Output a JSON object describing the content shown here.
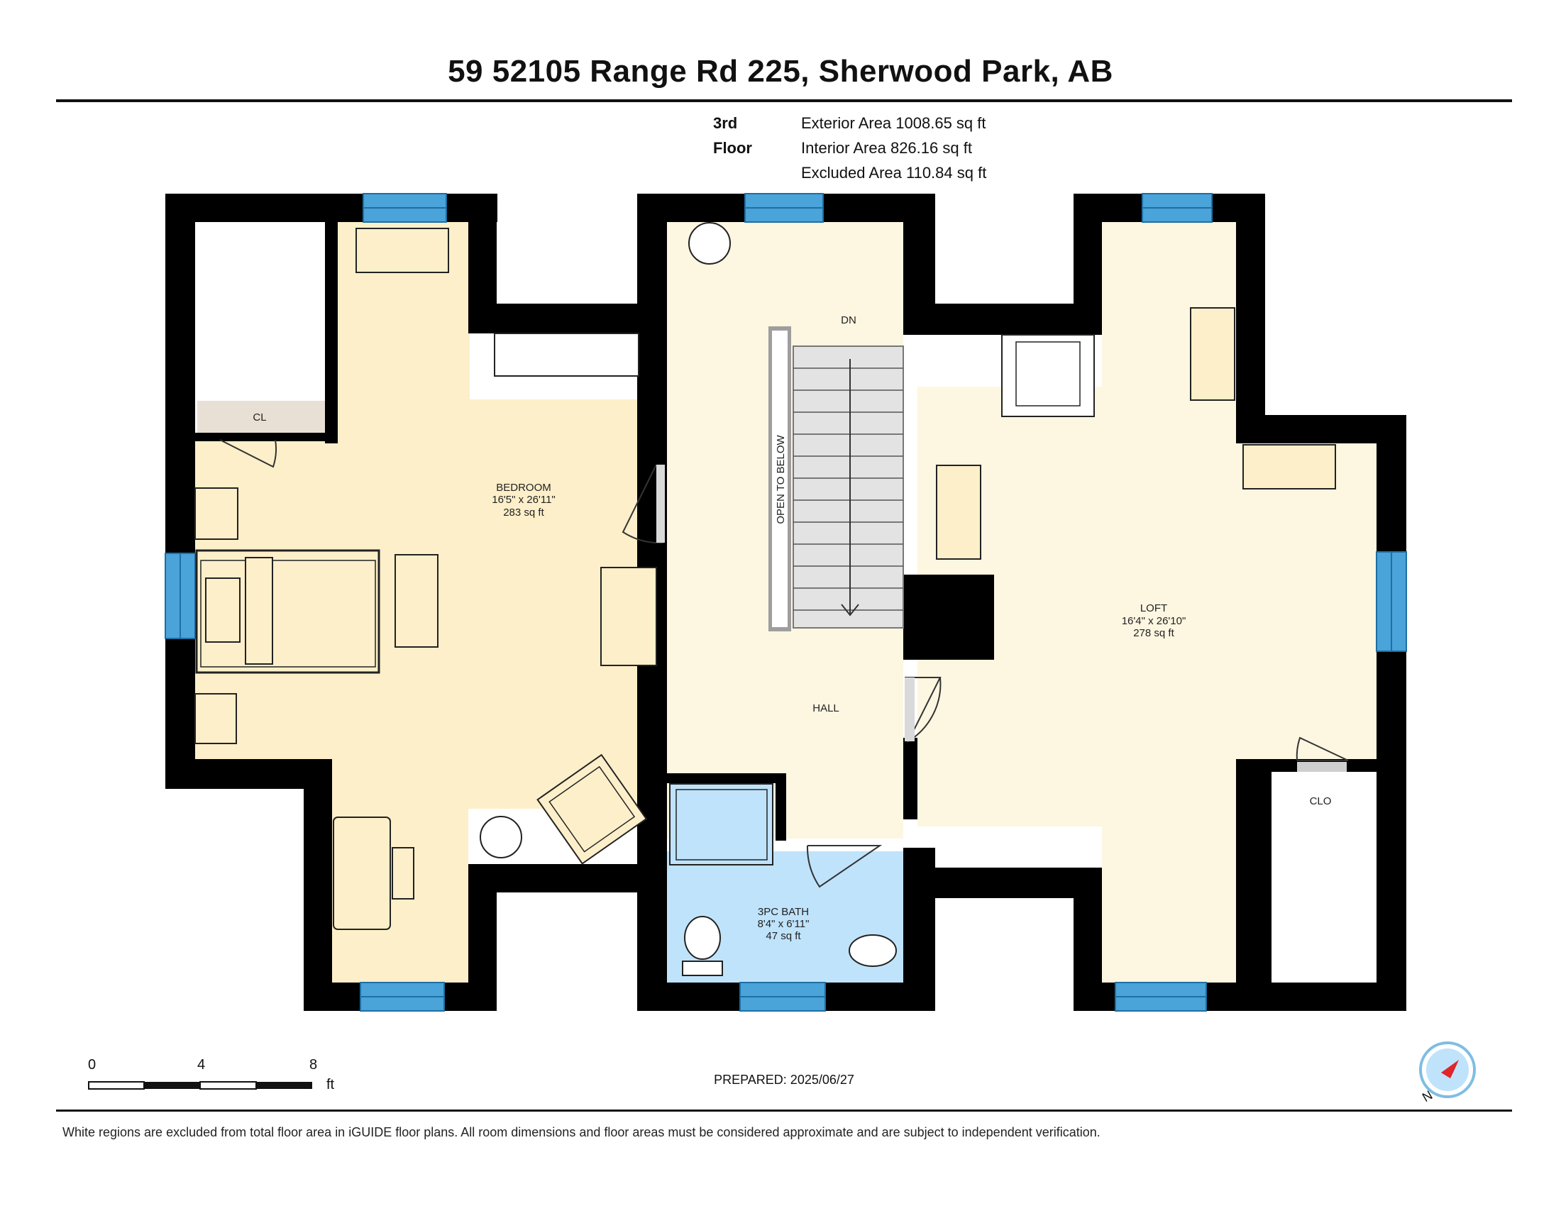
{
  "header": {
    "title": "59 52105 Range Rd 225, Sherwood Park, AB"
  },
  "floor_summary": {
    "floor_label": "3rd Floor",
    "exterior_area": "Exterior Area 1008.65 sq ft",
    "interior_area": "Interior Area 826.16 sq ft",
    "excluded_area": "Excluded Area 110.84 sq ft"
  },
  "rooms": {
    "bedroom": {
      "name": "BEDROOM",
      "dims": "16'5\" x 26'11\"",
      "area": "283 sq ft"
    },
    "loft": {
      "name": "LOFT",
      "dims": "16'4\" x 26'10\"",
      "area": "278 sq ft"
    },
    "bath": {
      "name": "3PC BATH",
      "dims": "8'4\" x 6'11\"",
      "area": "47 sq ft"
    },
    "hall": {
      "name": "HALL"
    },
    "cl": {
      "name": "CL"
    },
    "clo": {
      "name": "CLO"
    },
    "stairs": {
      "dn": "DN",
      "open_to_below": "OPEN TO BELOW"
    }
  },
  "scale_bar": {
    "tick_0": "0",
    "tick_4": "4",
    "tick_8": "8",
    "unit": "ft"
  },
  "prepared": "PREPARED: 2025/06/27",
  "compass": {
    "north_label": "N"
  },
  "footer": {
    "disclaimer": "White regions are excluded from total floor area in iGUIDE floor plans. All room dimensions and floor areas must be considered approximate and are subject to independent verification."
  },
  "colors": {
    "bedroom_fill": "#fdefc9",
    "loft_fill": "#fdf6e1",
    "bath_fill": "#bfe3fb",
    "wall": "#000000",
    "window": "#4aa3d9",
    "closet_floor": "#e8e0d4"
  }
}
